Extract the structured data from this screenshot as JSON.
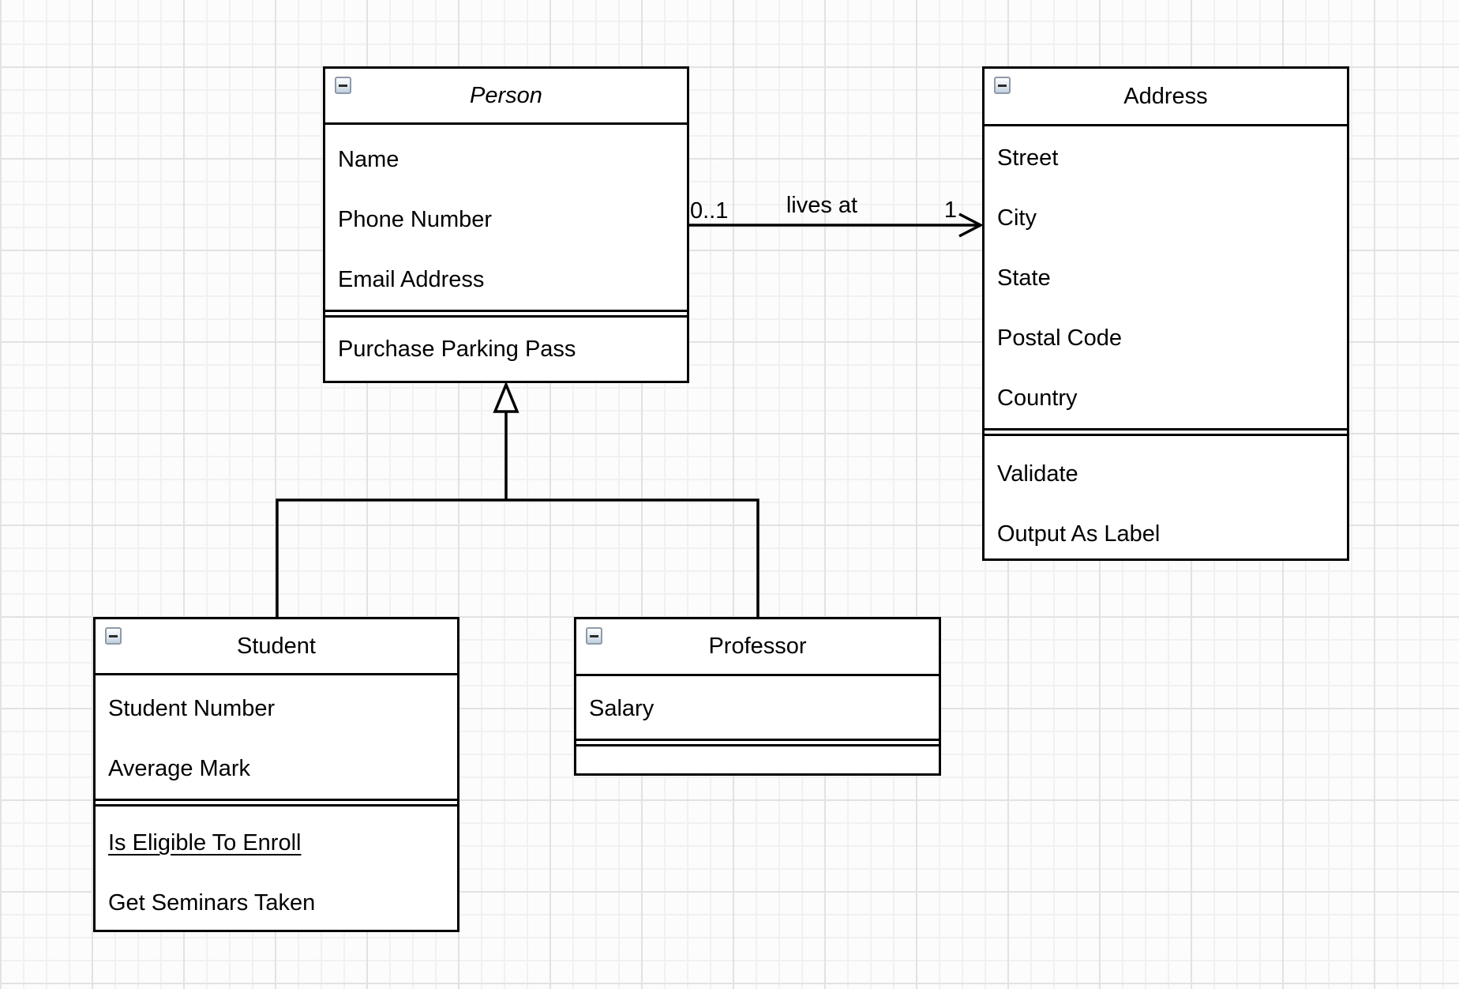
{
  "diagram_type": "uml-class-diagram",
  "classes": {
    "person": {
      "title": "Person",
      "abstract": true,
      "attributes": [
        "Name",
        "Phone Number",
        "Email Address"
      ],
      "methods": [
        {
          "text": "Purchase Parking Pass"
        }
      ]
    },
    "address": {
      "title": "Address",
      "abstract": false,
      "attributes": [
        "Street",
        "City",
        "State",
        "Postal Code",
        "Country"
      ],
      "methods": [
        {
          "text": "Validate"
        },
        {
          "text": "Output As Label"
        }
      ]
    },
    "student": {
      "title": "Student",
      "abstract": false,
      "attributes": [
        "Student Number",
        "Average Mark"
      ],
      "methods": [
        {
          "text": "Is Eligible To Enroll",
          "underline": true
        },
        {
          "text": "Get Seminars Taken"
        }
      ]
    },
    "professor": {
      "title": "Professor",
      "abstract": false,
      "attributes": [
        "Salary"
      ],
      "methods": []
    }
  },
  "relationships": {
    "association": {
      "from": "Person",
      "to": "Address",
      "label": "lives at",
      "source_multiplicity": "0..1",
      "target_multiplicity": "1"
    },
    "generalization": {
      "parent": "Person",
      "children": [
        "Student",
        "Professor"
      ]
    }
  },
  "icons": {
    "collapse": "minus"
  },
  "colors": {
    "stroke": "#000000",
    "shape_fill": "#ffffff",
    "background": "#fcfcfc",
    "grid_minor": "#f1f1f1",
    "grid_major": "#e2e2e2",
    "collapse_icon_border": "#8e9aa8"
  }
}
